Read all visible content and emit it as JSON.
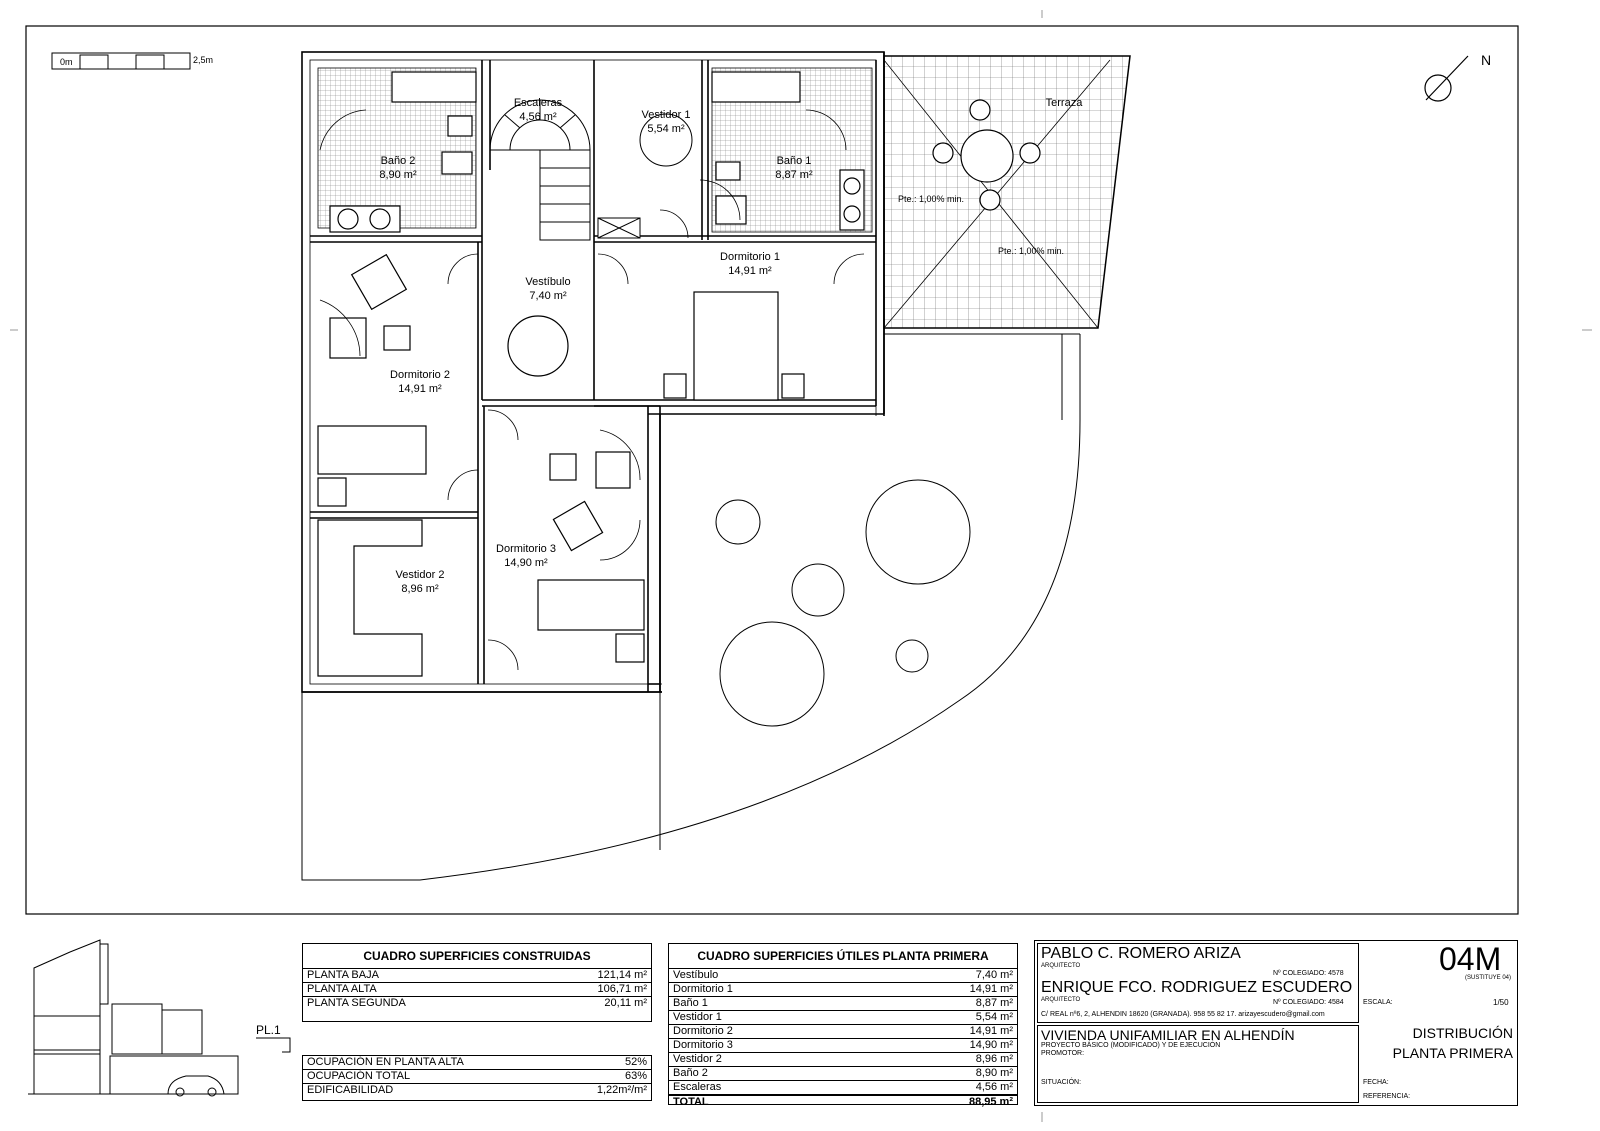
{
  "scale_bar": {
    "start": "0m",
    "end": "2,5m"
  },
  "north": "N",
  "rooms": [
    {
      "name": "Baño 2",
      "area": "8,90 m²"
    },
    {
      "name": "Escaleras",
      "area": "4,56 m²"
    },
    {
      "name": "Vestidor 1",
      "area": "5,54 m²"
    },
    {
      "name": "Baño 1",
      "area": "8,87 m²"
    },
    {
      "name": "Terraza",
      "area": ""
    },
    {
      "name": "Vestíbulo",
      "area": "7,40 m²"
    },
    {
      "name": "Dormitorio 1",
      "area": "14,91 m²"
    },
    {
      "name": "Dormitorio 2",
      "area": "14,91 m²"
    },
    {
      "name": "Dormitorio 3",
      "area": "14,90 m²"
    },
    {
      "name": "Vestidor 2",
      "area": "8,96 m²"
    }
  ],
  "slopes": [
    "Pte.: 1,00% min.",
    "Pte.: 1,00% min."
  ],
  "section_label": "PL.1",
  "table_construidas": {
    "title": "CUADRO SUPERFICIES CONSTRUIDAS",
    "rows": [
      {
        "label": "PLANTA BAJA",
        "value": "121,14 m²"
      },
      {
        "label": "PLANTA ALTA",
        "value": "106,71 m²"
      },
      {
        "label": "PLANTA SEGUNDA",
        "value": "20,11 m²"
      }
    ],
    "rows2": [
      {
        "label": "OCUPACIÓN EN PLANTA ALTA",
        "value": "52%"
      },
      {
        "label": "OCUPACIÓN TOTAL",
        "value": "63%"
      },
      {
        "label": "EDIFICABILIDAD",
        "value": "1,22m²/m²"
      }
    ]
  },
  "table_utiles": {
    "title": "CUADRO SUPERFICIES ÚTILES PLANTA PRIMERA",
    "rows": [
      {
        "label": "Vestíbulo",
        "value": "7,40 m²"
      },
      {
        "label": "Dormitorio 1",
        "value": "14,91 m²"
      },
      {
        "label": "Baño 1",
        "value": "8,87 m²"
      },
      {
        "label": "Vestidor 1",
        "value": "5,54 m²"
      },
      {
        "label": "Dormitorio 2",
        "value": "14,91 m²"
      },
      {
        "label": "Dormitorio 3",
        "value": "14,90 m²"
      },
      {
        "label": "Vestidor 2",
        "value": "8,96 m²"
      },
      {
        "label": "Baño 2",
        "value": "8,90 m²"
      },
      {
        "label": "Escaleras",
        "value": "4,56 m²"
      }
    ],
    "total": {
      "label": "TOTAL",
      "value": "88,95 m²"
    }
  },
  "title_block": {
    "architect1": "PABLO C. ROMERO ARIZA",
    "architect1_role": "ARQUITECTO",
    "architect1_num": "Nº COLEGIADO: 4578",
    "architect2": "ENRIQUE FCO. RODRIGUEZ ESCUDERO",
    "architect2_role": "ARQUITECTO",
    "architect2_num": "Nº COLEGIADO: 4584",
    "address": "C/ REAL nº6, 2, ALHENDIN 18620 (GRANADA). 958 55 82 17. arizayescudero@gmail.com",
    "project": "VIVIENDA UNIFAMILIAR EN ALHENDÍN",
    "project_sub": "PROYECTO BÁSICO (MODIFICADO) Y DE EJECUCIÓN",
    "promotor": "PROMOTOR:",
    "situacion": "SITUACIÓN:",
    "sheet": "04M",
    "sheet_sub": "(SUSTITUYE 04)",
    "escala_label": "ESCALA:",
    "escala": "1/50",
    "drawing_title1": "DISTRIBUCIÓN",
    "drawing_title2": "PLANTA PRIMERA",
    "fecha": "FECHA:",
    "referencia": "REFERENCIA:"
  }
}
